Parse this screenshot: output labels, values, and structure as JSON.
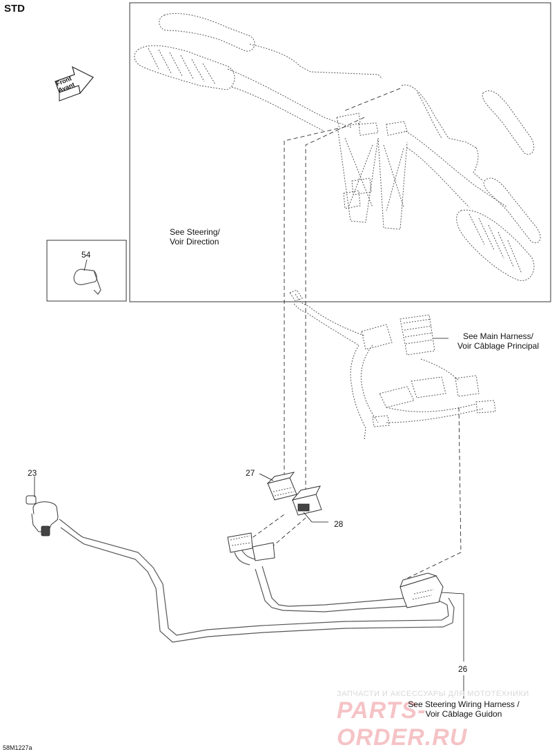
{
  "header": {
    "title": "STD"
  },
  "orientation": {
    "line1": "Front",
    "line2": "Avant"
  },
  "callouts": {
    "c54": "54",
    "c23": "23",
    "c27": "27",
    "c28": "28",
    "c26": "26"
  },
  "notes": {
    "steering": {
      "line1": "See Steering/",
      "line2": "Voir Direction"
    },
    "main_harness": {
      "line1": "See Main Harness/",
      "line2": "Voir Câblage Principal"
    },
    "steering_wiring": {
      "line1": "See Steering Wiring Harness /",
      "line2": "Voir Câblage Guidon"
    }
  },
  "figure_code": "58M1227a",
  "watermark": {
    "top": "ЗАПЧАСТИ И АКСЕССУАРЫ ДЛЯ МОТОТЕХНИКИ",
    "brand": "PARTS-ORDER.RU"
  }
}
